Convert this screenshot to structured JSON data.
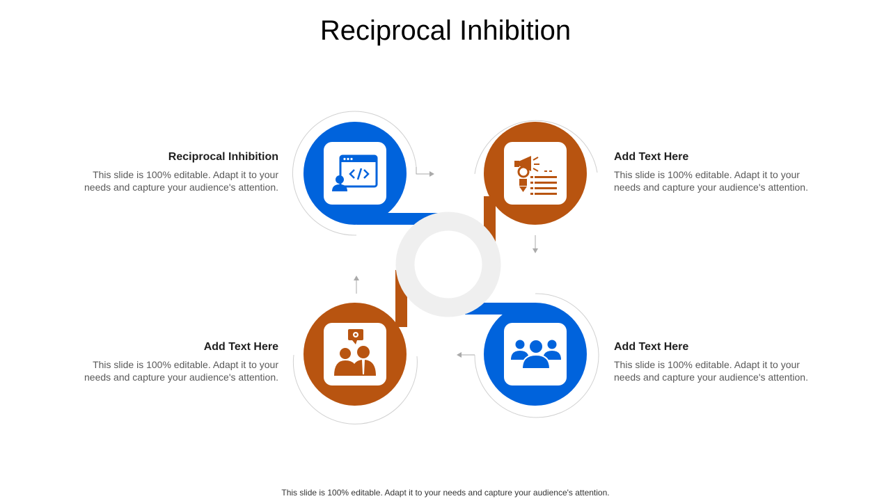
{
  "slide": {
    "title": "Reciprocal Inhibition",
    "footer": "This slide is 100% editable. Adapt it to your needs and capture your audience's attention."
  },
  "colors": {
    "blue": "#0063DC",
    "orange": "#B85410",
    "ring": "#EFEFEF",
    "outline": "#D0D0D0"
  },
  "items": [
    {
      "heading": "Reciprocal Inhibition",
      "body": "This slide is 100% editable. Adapt it to your needs and capture your audience's attention.",
      "icon": "web-developer-icon",
      "color": "blue"
    },
    {
      "heading": "Add Text Here",
      "body": "This slide is 100% editable. Adapt it to your needs and capture your audience's attention.",
      "icon": "marketing-megaphone-icon",
      "color": "orange"
    },
    {
      "heading": "Add Text Here",
      "body": "This slide is 100% editable. Adapt it to your needs and capture your audience's attention.",
      "icon": "team-group-icon",
      "color": "blue"
    },
    {
      "heading": "Add Text Here",
      "body": "This slide is 100% editable. Adapt it to your needs and capture your audience's attention.",
      "icon": "business-meeting-icon",
      "color": "orange"
    }
  ]
}
